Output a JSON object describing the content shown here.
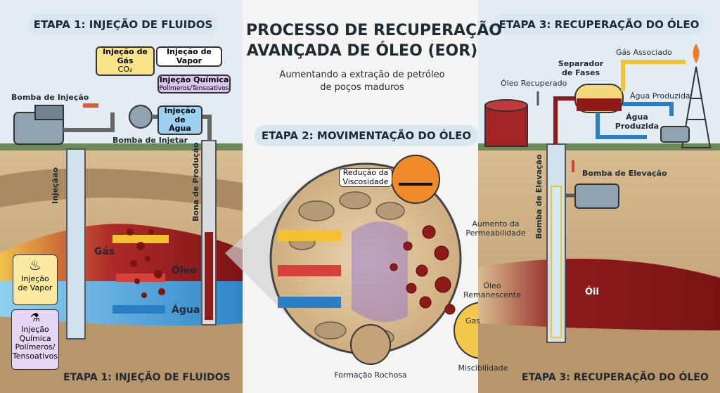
{
  "title": {
    "line1": "PROCESSO DE RECUPERAÇÃO",
    "line2": "AVANÇADA DE ÓLEO (EOR)"
  },
  "subtitle": {
    "line1": "Aumentando a extração de petróleo",
    "line2": "de poços maduros"
  },
  "stage1": {
    "title_top": "ETAPA 1: INJEÇÃO DE FLUIDOS",
    "title_bottom": "ETAPA 1: INJEÇÃO DE FLUIDOS"
  },
  "stage2": {
    "title": "ETAPA 2: MOVIMENTAÇÃO DO ÓLEO"
  },
  "stage3": {
    "title_top": "ETAPA 3: RECUPERAÇÃO DO ÓLEO",
    "title_bottom": "ETAPA 3: RECUPERAÇÃO DO ÓLEO"
  },
  "left": {
    "injection_pump": "Bomba de Injeção",
    "gas_injection": {
      "line1": "Injeção de Gás",
      "line2": "CO₂"
    },
    "steam_injection": "Injeção de Vapor",
    "chemical_injection": {
      "line1": "Injeção Química",
      "line2": "Polímeros/Tensoativos"
    },
    "water_injection": {
      "line1": "Injeção de",
      "line2": "Água"
    },
    "injector_pump": "Bomba de Injetar",
    "injection_well": "Injeçãao",
    "production_well": "Bona de Produção",
    "layer_gas": "Gás",
    "layer_oil": "Óleo",
    "layer_water": "Água",
    "side_steam": {
      "line1": "Injeção",
      "line2": "de Vapor"
    },
    "side_chemical": {
      "line1": "Injeção",
      "line2": "Química",
      "line3": "Polímeros/",
      "line4": "Tensoativos"
    }
  },
  "middle": {
    "viscosity": {
      "line1": "Redução da",
      "line2": "Viscosidade"
    },
    "permeability": {
      "line1": "Aumento da",
      "line2": "Permeabilidade"
    },
    "remaining_oil": {
      "line1": "Óleo",
      "line2": "Remanescente"
    },
    "gas_label": "Gas",
    "rock_formation": "Formação Rochosa",
    "miscibility": "Miscibilidade"
  },
  "right": {
    "associated_gas": "Gás Associado",
    "phase_separator": {
      "line1": "Separador",
      "line2": "de Fases"
    },
    "recovered_oil": "Óleo Recuperado",
    "produced_water_1": "Água Produzida",
    "produced_water_2": {
      "line1": "Água",
      "line2": "Produzida"
    },
    "lift_pump": "Bomba de Elevação",
    "lift_pump_vertical": "Bomba de Elevação",
    "layer_oil": "Óil"
  },
  "colors": {
    "sky": "#dfe9f0",
    "soil": "#c9a77c",
    "oil": "#8e1a1a",
    "water": "#3f9fd8",
    "gas": "#f3d34a",
    "title_pill": "#dbe7ef"
  }
}
